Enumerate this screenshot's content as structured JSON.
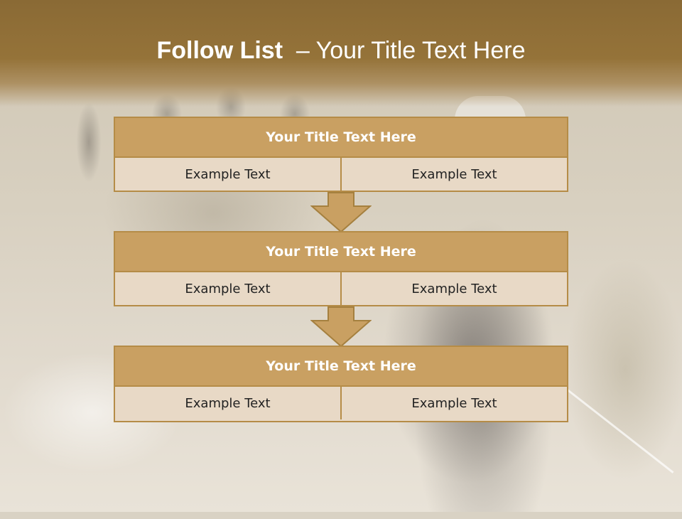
{
  "slide": {
    "title_bold": "Follow List ",
    "title_rest": " – Your Title Text Here",
    "colors": {
      "header": "#8a6a35",
      "panel_header": "#c9a062",
      "panel_border": "#b58c47",
      "panel_body": "#e8d9c6",
      "arrow": "#c9a062"
    },
    "panels": [
      {
        "title": "Your Title Text Here",
        "left": "Example Text",
        "right": "Example Text"
      },
      {
        "title": "Your Title Text Here",
        "left": "Example Text",
        "right": "Example Text"
      },
      {
        "title": "Your Title Text Here",
        "left": "Example Text",
        "right": "Example Text"
      }
    ],
    "connector_icon": "down-arrow-icon"
  }
}
